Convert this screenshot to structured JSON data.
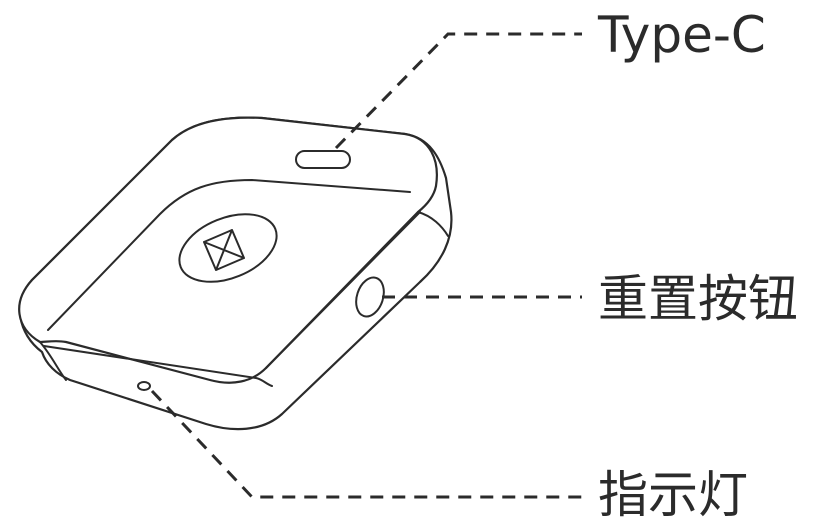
{
  "callouts": {
    "type_c": "Type-C",
    "reset_button": "重置按钮",
    "indicator_light": "指示灯"
  },
  "colors": {
    "line": "#2b2b2b",
    "background": "#ffffff"
  }
}
